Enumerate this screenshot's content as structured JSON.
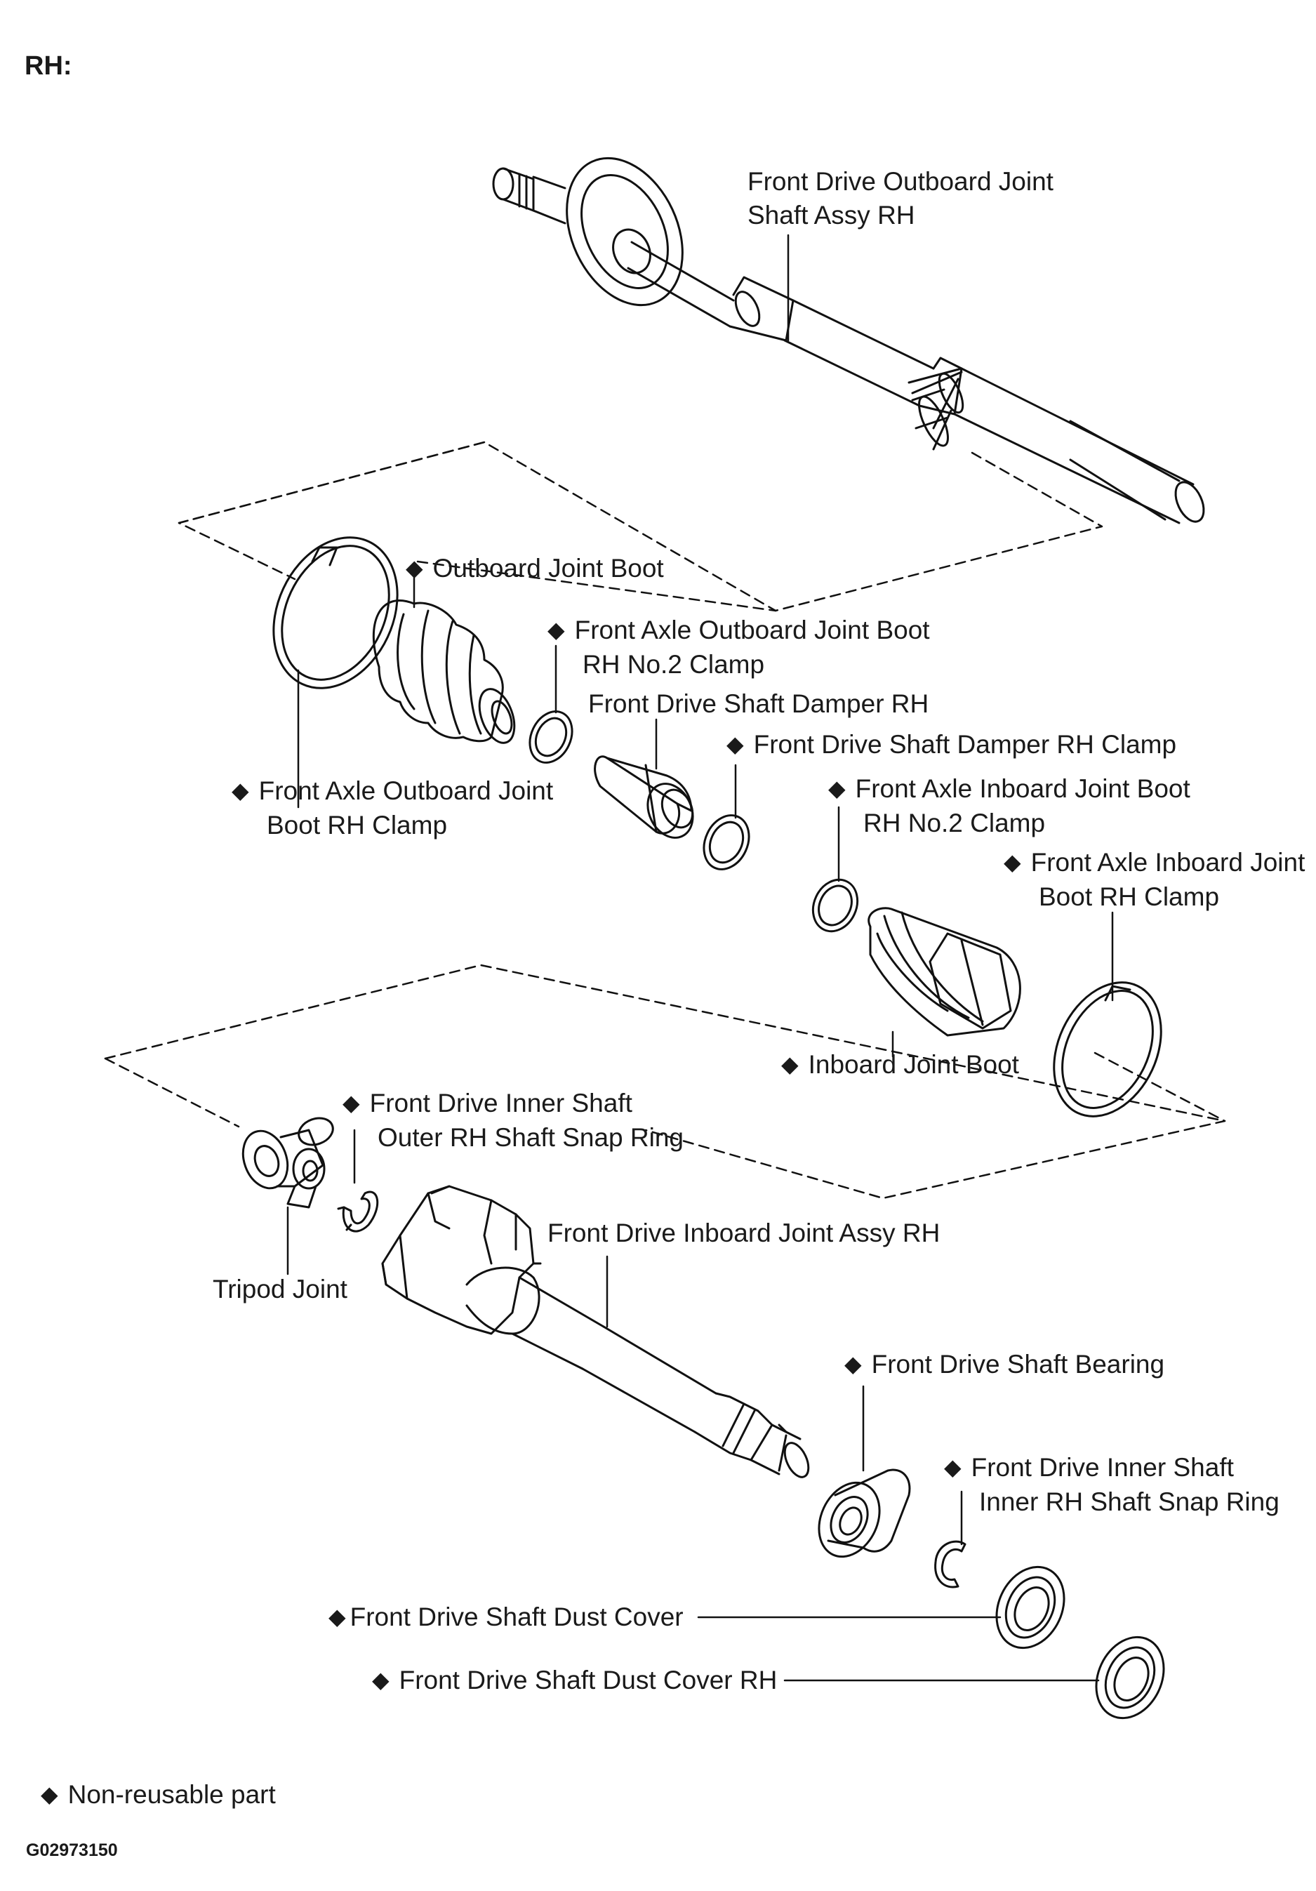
{
  "header": {
    "title": "RH:"
  },
  "labels": {
    "outboard_shaft_l1": "Front Drive Outboard Joint",
    "outboard_shaft_l2": "Shaft Assy RH",
    "outboard_boot": "Outboard Joint Boot",
    "ob_no2_clamp_l1": "Front Axle Outboard Joint Boot",
    "ob_no2_clamp_l2": "RH No.2 Clamp",
    "damper": "Front Drive Shaft Damper RH",
    "damper_clamp": "Front Drive Shaft Damper RH Clamp",
    "ob_boot_clamp_l1": "Front Axle Outboard Joint",
    "ob_boot_clamp_l2": "Boot RH Clamp",
    "ib_no2_clamp_l1": "Front Axle Inboard Joint Boot",
    "ib_no2_clamp_l2": "RH No.2 Clamp",
    "ib_boot_clamp_l1": "Front Axle Inboard Joint",
    "ib_boot_clamp_l2": "Boot RH Clamp",
    "inboard_boot": "Inboard Joint Boot",
    "outer_snap_l1": "Front Drive Inner Shaft",
    "outer_snap_l2": "Outer RH Shaft Snap Ring",
    "tripod": "Tripod Joint",
    "inboard_assy": "Front Drive Inboard Joint Assy RH",
    "bearing": "Front Drive Shaft Bearing",
    "inner_snap_l1": "Front Drive Inner Shaft",
    "inner_snap_l2": "Inner RH Shaft Snap Ring",
    "dust_cover": "Front Drive Shaft Dust Cover",
    "dust_cover_rh": "Front Drive Shaft Dust Cover RH"
  },
  "legend": {
    "symbol": "◆",
    "text": "Non-reusable part"
  },
  "figure_code": "G02973150",
  "icons": {
    "non_reusable": "diamond-icon"
  }
}
